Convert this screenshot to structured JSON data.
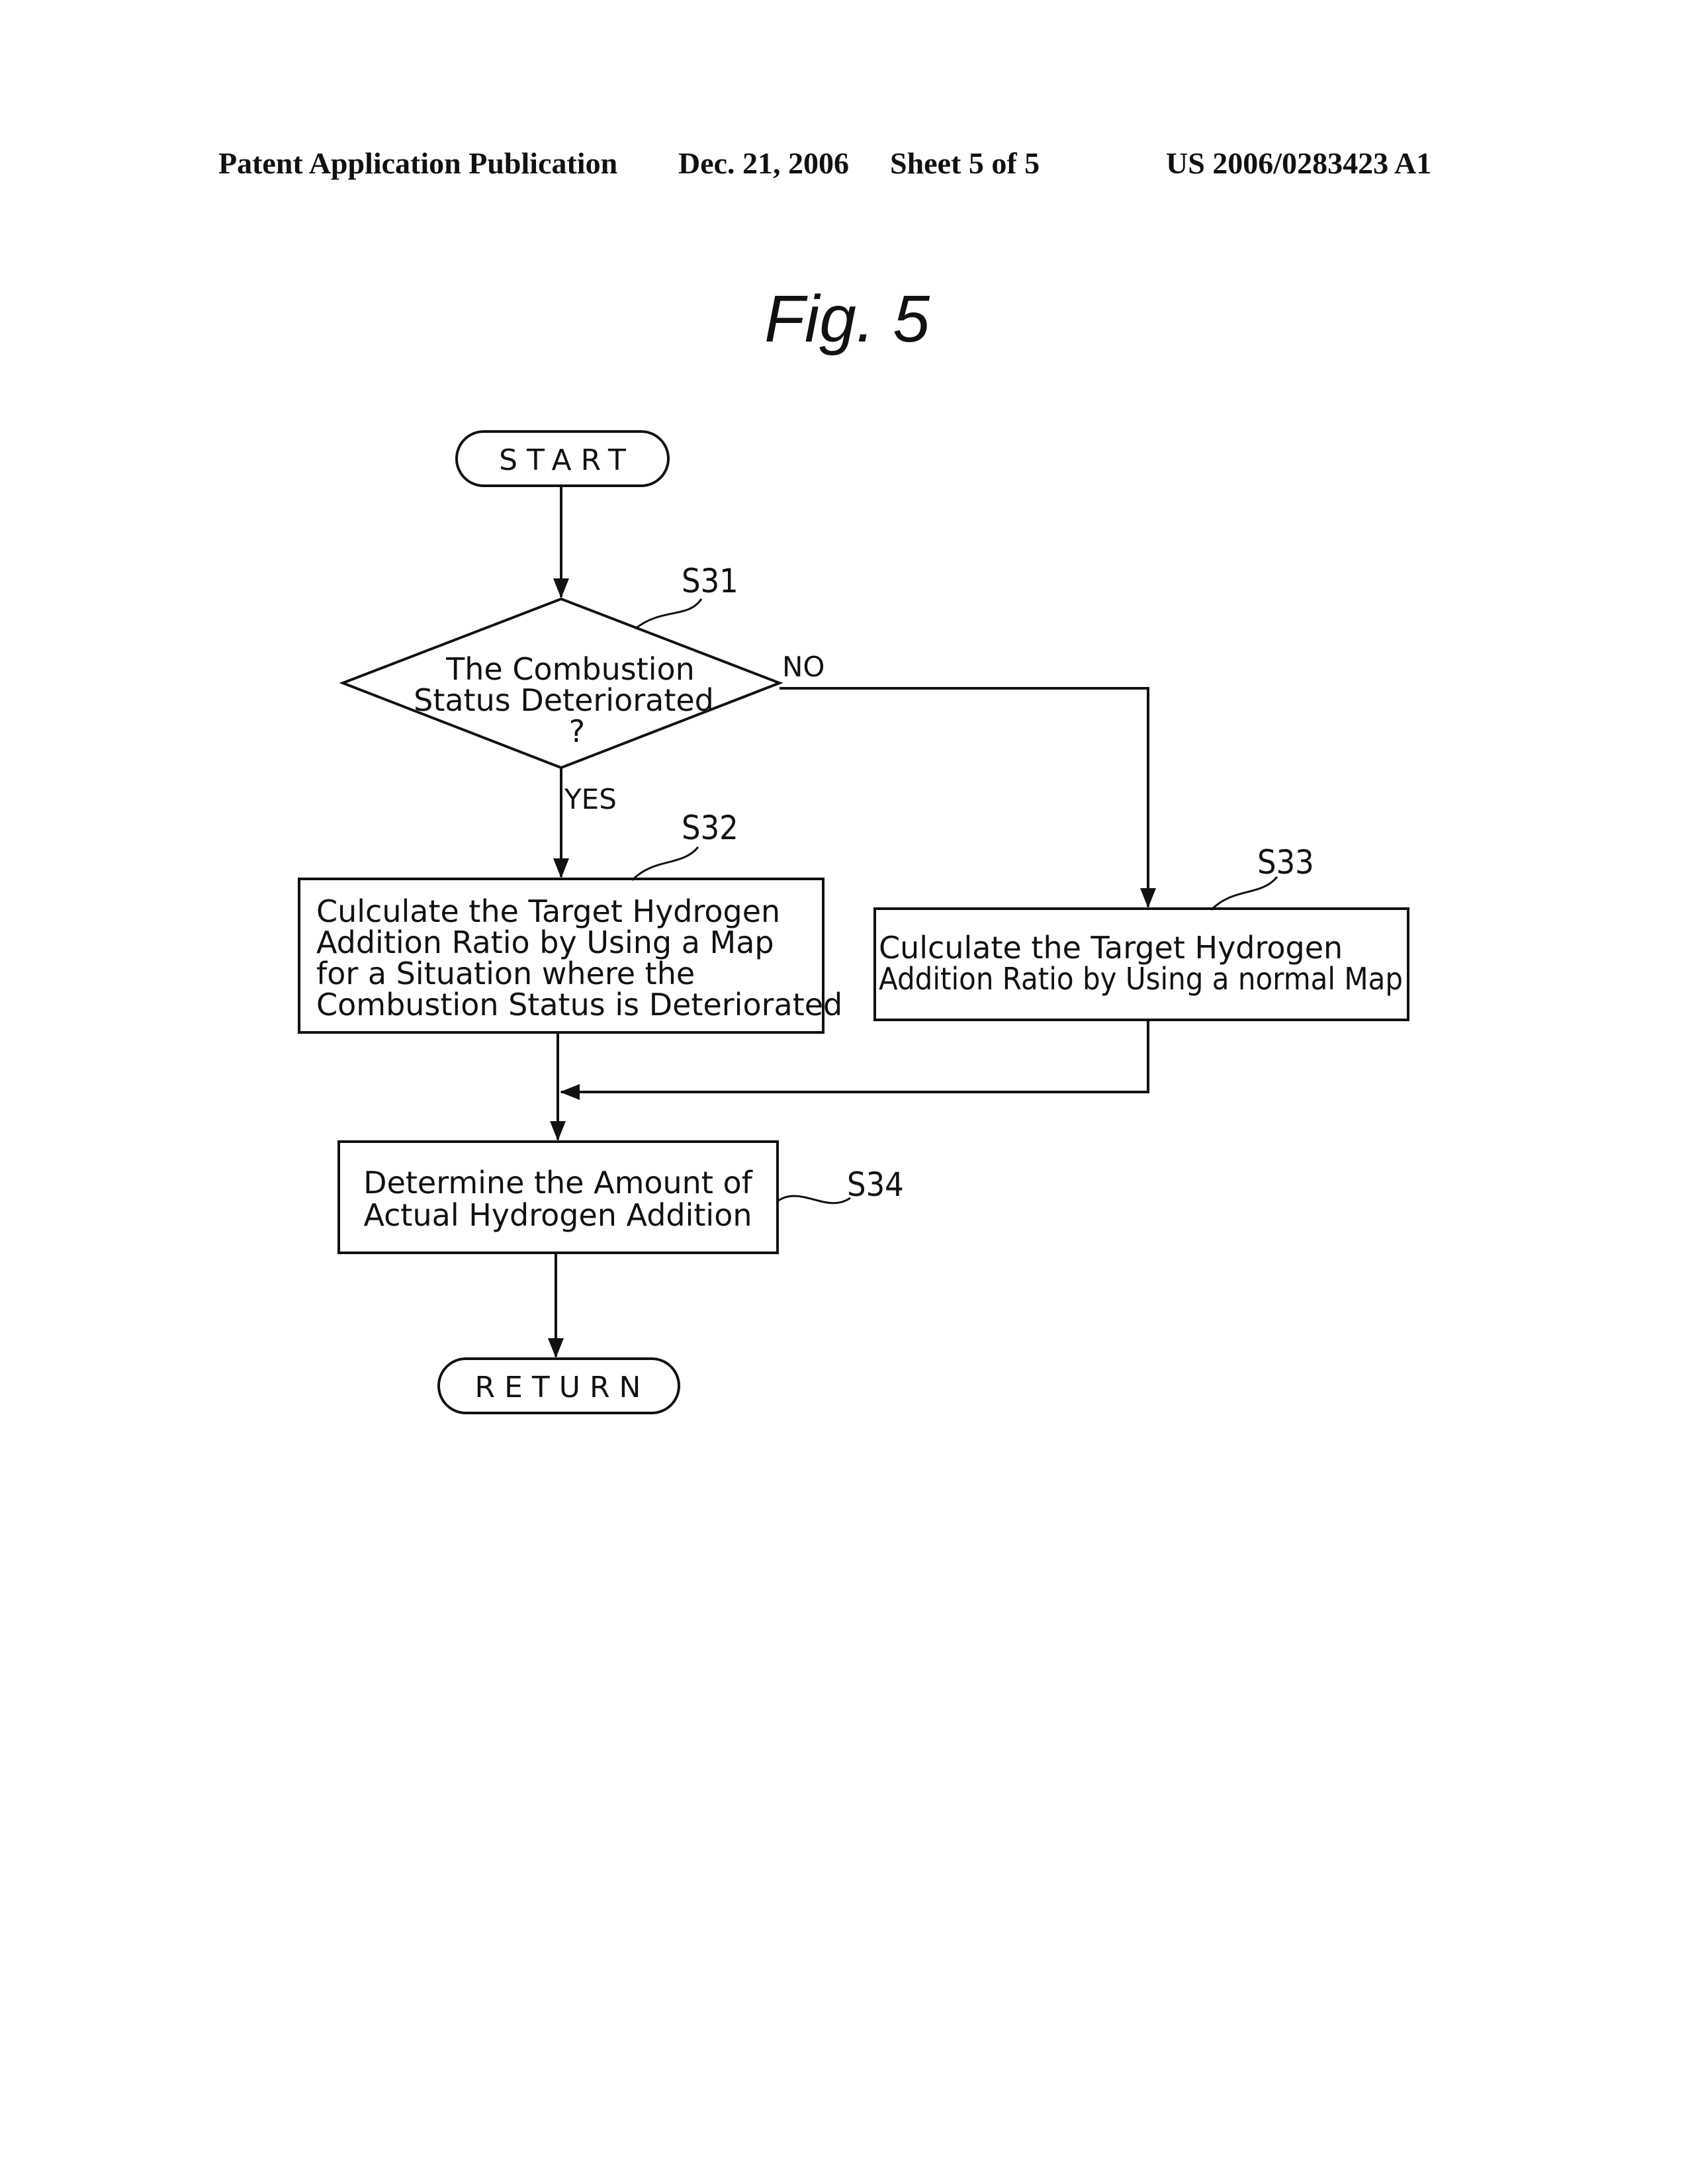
{
  "header": {
    "publication": "Patent Application Publication",
    "date": "Dec. 21, 2006",
    "sheet": "Sheet 5 of 5",
    "number": "US 2006/0283423 A1"
  },
  "figure": {
    "title": "Fig. 5"
  },
  "flowchart": {
    "start": "START",
    "decision": {
      "step": "S31",
      "lines": [
        "The Combustion",
        "Status Deteriorated",
        "?"
      ],
      "yes": "YES",
      "no": "NO"
    },
    "step_s32": {
      "step": "S32",
      "lines": [
        "Culculate the Target Hydrogen",
        "Addition Ratio by Using a Map",
        "for a Situation where the",
        "Combustion Status is Deteriorated"
      ]
    },
    "step_s33": {
      "step": "S33",
      "lines": [
        "Culculate the Target Hydrogen",
        "Addition Ratio by Using a normal Map"
      ]
    },
    "step_s34": {
      "step": "S34",
      "lines": [
        "Determine the Amount of",
        "Actual Hydrogen Addition"
      ]
    },
    "end": "RETURN"
  }
}
